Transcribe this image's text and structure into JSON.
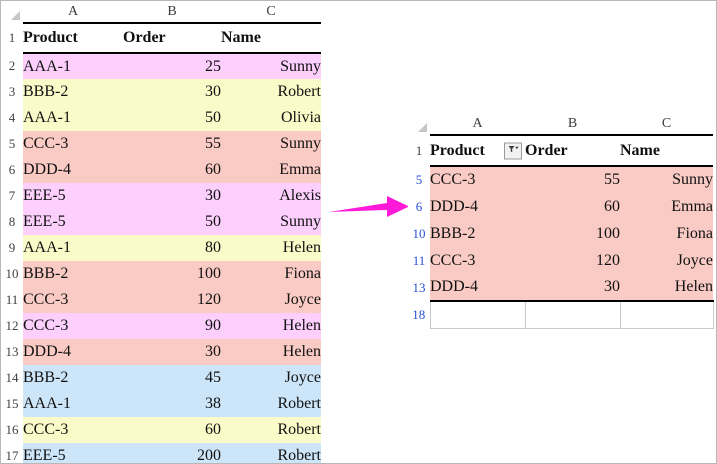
{
  "app": {
    "type": "spreadsheet-comparison",
    "arrow_icon": "right-arrow-icon",
    "arrow_color": "#ff1ad9"
  },
  "left_sheet": {
    "name": "source-table",
    "corner_icon": "select-all-triangle-icon",
    "column_letters": [
      "A",
      "B",
      "C"
    ],
    "headers": [
      "Product",
      "Order",
      "Name"
    ],
    "header_row_number": "1",
    "rows": [
      {
        "num": "2",
        "fill": "f-pink",
        "product": "AAA-1",
        "order": "25",
        "name": "Sunny"
      },
      {
        "num": "3",
        "fill": "f-yellow",
        "product": "BBB-2",
        "order": "30",
        "name": "Robert"
      },
      {
        "num": "4",
        "fill": "f-yellow",
        "product": "AAA-1",
        "order": "50",
        "name": "Olivia"
      },
      {
        "num": "5",
        "fill": "f-salmon",
        "product": "CCC-3",
        "order": "55",
        "name": "Sunny"
      },
      {
        "num": "6",
        "fill": "f-salmon",
        "product": "DDD-4",
        "order": "60",
        "name": "Emma"
      },
      {
        "num": "7",
        "fill": "f-pink",
        "product": "EEE-5",
        "order": "30",
        "name": "Alexis"
      },
      {
        "num": "8",
        "fill": "f-pink",
        "product": "EEE-5",
        "order": "50",
        "name": "Sunny"
      },
      {
        "num": "9",
        "fill": "f-yellow",
        "product": "AAA-1",
        "order": "80",
        "name": "Helen"
      },
      {
        "num": "10",
        "fill": "f-salmon",
        "product": "BBB-2",
        "order": "100",
        "name": "Fiona"
      },
      {
        "num": "11",
        "fill": "f-salmon",
        "product": "CCC-3",
        "order": "120",
        "name": "Joyce"
      },
      {
        "num": "12",
        "fill": "f-pink",
        "product": "CCC-3",
        "order": "90",
        "name": "Helen"
      },
      {
        "num": "13",
        "fill": "f-salmon",
        "product": "DDD-4",
        "order": "30",
        "name": "Helen"
      },
      {
        "num": "14",
        "fill": "f-blue",
        "product": "BBB-2",
        "order": "45",
        "name": "Joyce"
      },
      {
        "num": "15",
        "fill": "f-blue",
        "product": "AAA-1",
        "order": "38",
        "name": "Robert"
      },
      {
        "num": "16",
        "fill": "f-yellow",
        "product": "CCC-3",
        "order": "60",
        "name": "Robert"
      },
      {
        "num": "17",
        "fill": "f-blue",
        "product": "EEE-5",
        "order": "200",
        "name": "Robert"
      }
    ]
  },
  "right_sheet": {
    "name": "filtered-result-table",
    "corner_icon": "select-all-triangle-icon",
    "column_letters": [
      "A",
      "B",
      "C"
    ],
    "headers": [
      "Product",
      "Order",
      "Name"
    ],
    "header_row_number": "1",
    "filter_icon": "filter-funnel-icon",
    "rows": [
      {
        "num": "5",
        "fill": "f-salmon",
        "product": "CCC-3",
        "order": "55",
        "name": "Sunny",
        "filtered": true
      },
      {
        "num": "6",
        "fill": "f-salmon",
        "product": "DDD-4",
        "order": "60",
        "name": "Emma",
        "filtered": true
      },
      {
        "num": "10",
        "fill": "f-salmon",
        "product": "BBB-2",
        "order": "100",
        "name": "Fiona",
        "filtered": true
      },
      {
        "num": "11",
        "fill": "f-salmon",
        "product": "CCC-3",
        "order": "120",
        "name": "Joyce",
        "filtered": true
      },
      {
        "num": "13",
        "fill": "f-salmon",
        "product": "DDD-4",
        "order": "30",
        "name": "Helen",
        "filtered": true
      },
      {
        "num": "18",
        "fill": "f-none",
        "product": "",
        "order": "",
        "name": "",
        "filtered": true
      }
    ]
  }
}
